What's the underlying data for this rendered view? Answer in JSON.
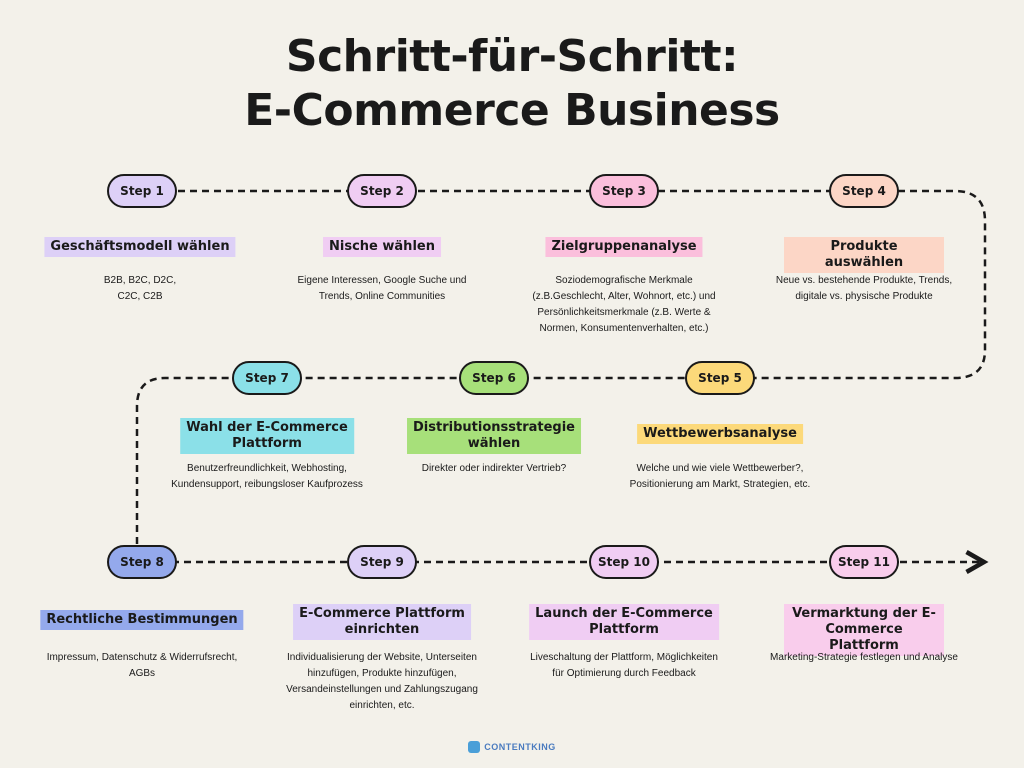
{
  "title": {
    "line1": "Schritt-für-Schritt:",
    "line2": "E-Commerce Business"
  },
  "steps": [
    {
      "label": "Step 1",
      "title": "Geschäftsmodell wählen",
      "desc": "B2B, B2C, D2C,\nC2C, C2B",
      "pill_color": "#ddd0f7",
      "title_color": "#ddd0f7"
    },
    {
      "label": "Step 2",
      "title": "Nische wählen",
      "desc": "Eigene Interessen, Google Suche und\nTrends, Online Communities",
      "pill_color": "#f0cdf3",
      "title_color": "#f0cdf3"
    },
    {
      "label": "Step 3",
      "title": "Zielgruppenanalyse",
      "desc": "Soziodemografische Merkmale\n(z.B.Geschlecht, Alter, Wohnort, etc.) und\nPersönlichkeitsmerkmale (z.B. Werte &\nNormen, Konsumentenverhalten, etc.)",
      "pill_color": "#fbbfdc",
      "title_color": "#fbbfdc"
    },
    {
      "label": "Step 4",
      "title": "Produkte auswählen",
      "desc": "Neue vs. bestehende Produkte, Trends,\ndigitale vs. physische Produkte",
      "pill_color": "#fcd6c6",
      "title_color": "#fcd6c6"
    },
    {
      "label": "Step 5",
      "title": "Wettbewerbsanalyse",
      "desc": "Welche und wie viele Wettbewerber?,\nPositionierung am Markt, Strategien, etc.",
      "pill_color": "#fcd97a",
      "title_color": "#fcd97a"
    },
    {
      "label": "Step 6",
      "title": "Distributionsstrategie\nwählen",
      "desc": "Direkter oder indirekter Vertrieb?",
      "pill_color": "#a7e07a",
      "title_color": "#a7e07a"
    },
    {
      "label": "Step 7",
      "title": "Wahl der E-Commerce\nPlattform",
      "desc": "Benutzerfreundlichkeit, Webhosting,\nKundensupport, reibungsloser Kaufprozess",
      "pill_color": "#8be0e8",
      "title_color": "#8be0e8"
    },
    {
      "label": "Step 8",
      "title": "Rechtliche Bestimmungen",
      "desc": "Impressum, Datenschutz & Widerrufsrecht,\nAGBs",
      "pill_color": "#94a9ec",
      "title_color": "#94a9ec"
    },
    {
      "label": "Step 9",
      "title": "E-Commerce Plattform\neinrichten",
      "desc": "Individualisierung der Website, Unterseiten\nhinzufügen, Produkte hinzufügen,\nVersandeinstellungen und Zahlungszugang\neinrichten, etc.",
      "pill_color": "#ddd0f7",
      "title_color": "#ddd0f7"
    },
    {
      "label": "Step 10",
      "title": "Launch der E-Commerce\nPlattform",
      "desc": "Liveschaltung der Plattform, Möglichkeiten\nfür Optimierung durch Feedback",
      "pill_color": "#f0cdf3",
      "title_color": "#f0cdf3"
    },
    {
      "label": "Step 11",
      "title": "Vermarktung der E-\nCommerce Plattform",
      "desc": "Marketing-Strategie festlegen und Analyse",
      "pill_color": "#f9cdec",
      "title_color": "#f9cdec"
    }
  ],
  "logo": {
    "text": "CONTENTKING",
    "color": "#4a9fd8"
  }
}
